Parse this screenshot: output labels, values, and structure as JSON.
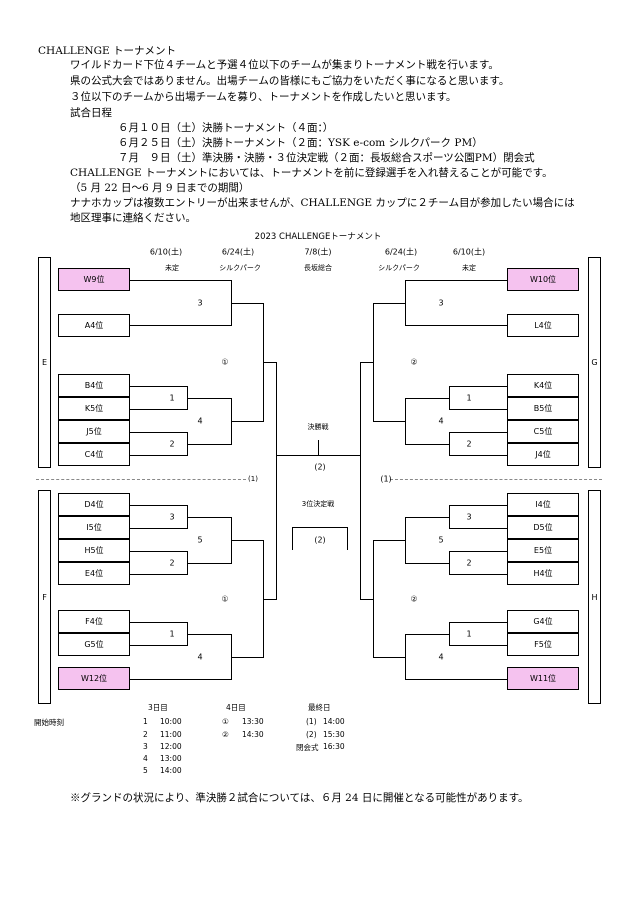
{
  "intro": {
    "title": "CHALLENGE トーナメント",
    "p1": "ワイルドカード下位４チームと予選４位以下のチームが集まりトーナメント戦を行います。",
    "p2": "県の公式大会ではありません。出場チームの皆様にもご協力をいただく事になると思います。",
    "p3": "３位以下のチームから出場チームを募り、トーナメントを作成したいと思います。",
    "schedule_title": "試合日程",
    "sch1": "６月１０日（土）決勝トーナメント（４面：）",
    "sch2": "６月２５日（土）決勝トーナメント（２面：YSK e-com シルクパーク PM）",
    "sch3": "７月　９日（土）準決勝・決勝・３位決定戦（２面：長坂総合スポーツ公園PM）閉会式",
    "note1": "CHALLENGE トーナメントにおいては、トーナメントを前に登録選手を入れ替えることが可能です。",
    "note2": "（5 月 22 日～6 月 9 日までの期間）",
    "note3": "ナナホカップは複数エントリーが出来ませんが、CHALLENGE カップに２チーム目が参加したい場合には",
    "note4": "地区理事に連絡ください。"
  },
  "bracket": {
    "title": "2023 CHALLENGEトーナメント",
    "dates": [
      "6/10(土)",
      "6/24(土)",
      "7/8(土)",
      "6/24(土)",
      "6/10(土)"
    ],
    "venues": [
      "未定",
      "シルクパーク",
      "長坂総合",
      "シルクパーク",
      "未定"
    ],
    "groups": {
      "E": "E",
      "F": "F",
      "G": "G",
      "H": "H"
    },
    "teams": {
      "e1": "W9位",
      "e2": "A4位",
      "e3": "B4位",
      "e4": "K5位",
      "e5": "J5位",
      "e6": "C4位",
      "f1": "D4位",
      "f2": "I5位",
      "f3": "H5位",
      "f4": "E4位",
      "f5": "F4位",
      "f6": "G5位",
      "f7": "W12位",
      "g1": "W10位",
      "g2": "L4位",
      "g3": "K4位",
      "g4": "B5位",
      "g5": "C5位",
      "g6": "J4位",
      "h1": "I4位",
      "h2": "D5位",
      "h3": "E5位",
      "h4": "H4位",
      "h5": "G4位",
      "h6": "F5位",
      "h7": "W11位"
    },
    "pink": "#f5c2ef",
    "final_label": "決勝戦",
    "final_no": "(2)",
    "third_label": "3位決定戦",
    "third_no": "(2)",
    "m": {
      "e3": "3",
      "e1": "1",
      "e4": "4",
      "e2": "2",
      "eSF": "①",
      "f3": "3",
      "f5": "5",
      "f2": "2",
      "f1": "1",
      "f4": "4",
      "fSF": "①",
      "g3": "3",
      "g1": "1",
      "g4": "4",
      "g2": "2",
      "gSF": "②",
      "h3": "3",
      "h5": "5",
      "h2": "2",
      "h1": "1",
      "h4": "4",
      "hSF": "②",
      "semiL": "(1)",
      "semiR": "(1)"
    }
  },
  "times": {
    "start_label": "開始時刻",
    "day3_title": "3日目",
    "day3": [
      {
        "n": "1",
        "t": "10:00"
      },
      {
        "n": "2",
        "t": "11:00"
      },
      {
        "n": "3",
        "t": "12:00"
      },
      {
        "n": "4",
        "t": "13:00"
      },
      {
        "n": "5",
        "t": "14:00"
      }
    ],
    "day4_title": "4日目",
    "day4": [
      {
        "n": "①",
        "t": "13:30"
      },
      {
        "n": "②",
        "t": "14:30"
      }
    ],
    "final_title": "最終日",
    "final": [
      {
        "n": "(1)",
        "t": "14:00"
      },
      {
        "n": "(2)",
        "t": "15:30"
      },
      {
        "n": "閉会式",
        "t": "16:30"
      }
    ]
  },
  "footnote": "※グランドの状況により、準決勝２試合については、６月 24 日に開催となる可能性があります。"
}
